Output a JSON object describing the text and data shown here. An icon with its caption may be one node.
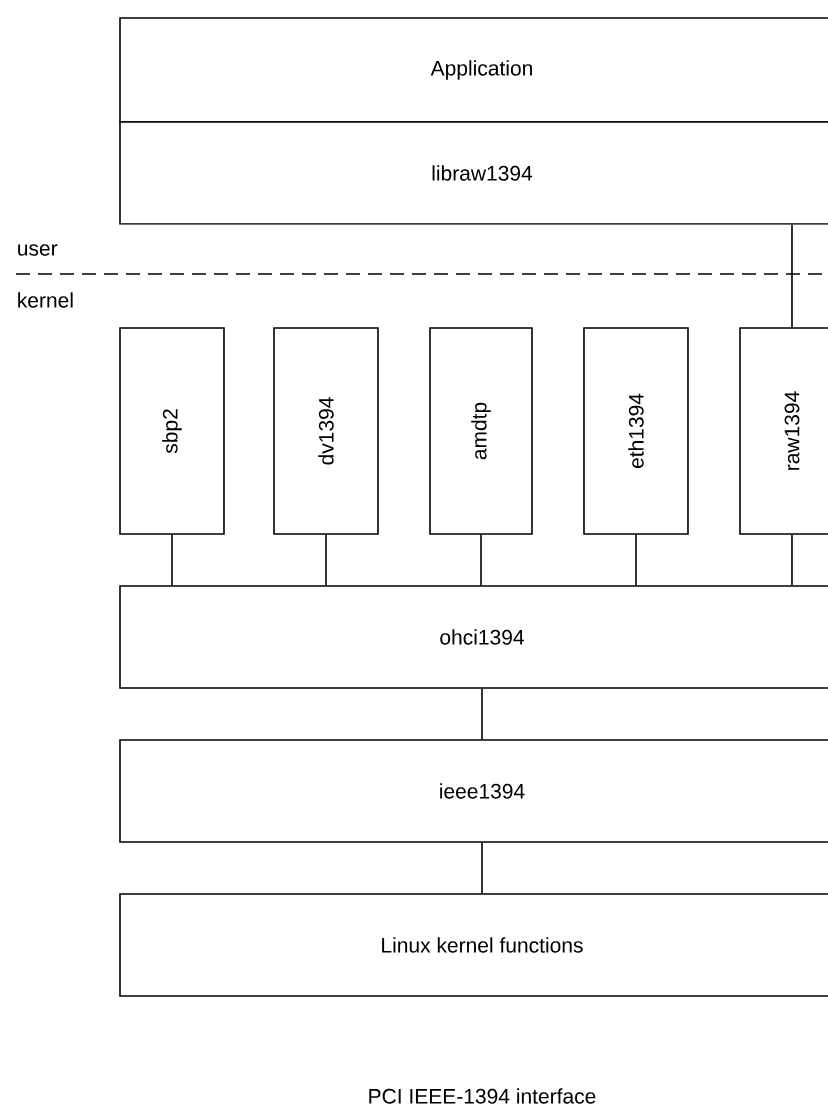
{
  "diagram": {
    "caption": "PCI IEEE-1394 interface",
    "nodes": [
      {
        "text": [
          "Application"
        ]
      },
      {
        "text": [
          "libraw1394"
        ]
      },
      {
        "text": [
          "sbp2"
        ]
      },
      {
        "text": [
          "dv1394"
        ]
      },
      {
        "text": [
          "amdtp"
        ]
      },
      {
        "text": [
          "eth1394"
        ]
      },
      {
        "text": [
          "raw1394"
        ]
      },
      {
        "text": [
          "ohci1394"
        ]
      },
      {
        "text": [
          "ieee1394"
        ]
      },
      {
        "text": [
          "Linux kernel functions"
        ]
      }
    ],
    "edges": [
      {
        "from": 1,
        "to": 6,
        "arrow": "none"
      },
      {
        "from": 2,
        "to": 7,
        "arrow": "none"
      },
      {
        "from": 3,
        "to": 7,
        "arrow": "none"
      },
      {
        "from": 4,
        "to": 7,
        "arrow": "none"
      },
      {
        "from": 5,
        "to": 7,
        "arrow": "none"
      },
      {
        "from": 6,
        "to": 7,
        "arrow": "none"
      },
      {
        "from": 7,
        "to": 8,
        "arrow": "none"
      },
      {
        "from": 8,
        "to": 9,
        "arrow": "none"
      }
    ],
    "labels": [
      "user",
      "kernel"
    ]
  }
}
